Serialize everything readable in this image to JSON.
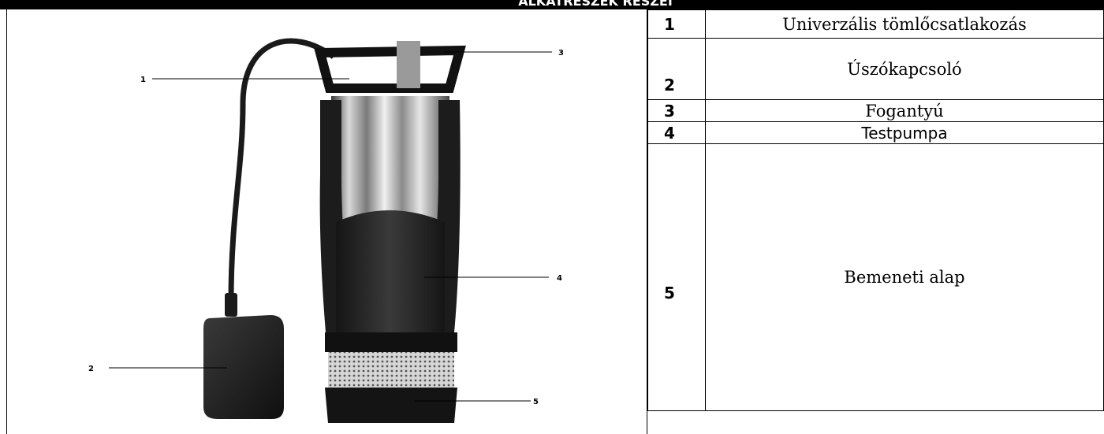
{
  "header": {
    "title": "ALKATRÉSZEK RÉSZEI"
  },
  "figure": {
    "callouts": [
      "1",
      "2",
      "3",
      "4",
      "5"
    ]
  },
  "parts": [
    {
      "num": "1",
      "name": "Univerzális tömlőcsatlakozás"
    },
    {
      "num": "2",
      "name": "Úszókapcsoló"
    },
    {
      "num": "3",
      "name": "Fogantyú"
    },
    {
      "num": "4",
      "name": "Testpumpa"
    },
    {
      "num": "5",
      "name": "Bemeneti alap"
    }
  ]
}
